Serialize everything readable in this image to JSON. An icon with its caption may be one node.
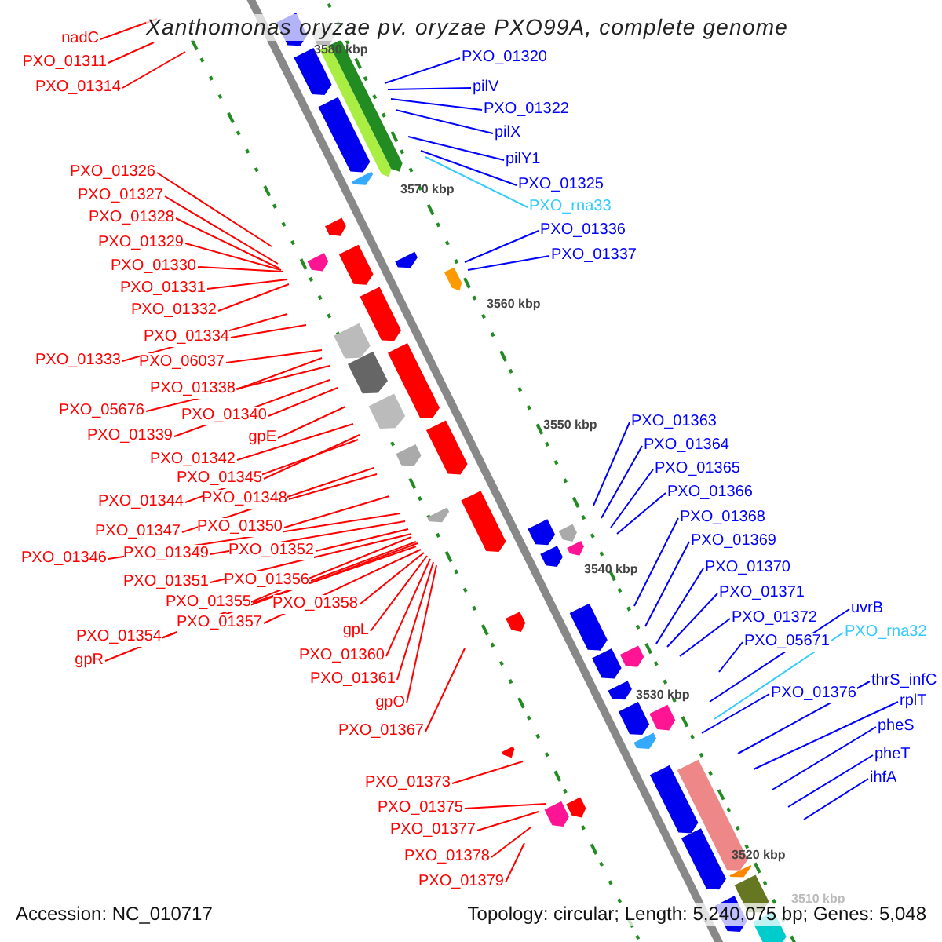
{
  "diagram": {
    "title": "Xanthomonas oryzae pv. oryzae PXO99A, complete genome",
    "nodes": [
      {
        "text": [
          "nadC"
        ]
      },
      {
        "text": [
          "PXO_01311"
        ]
      },
      {
        "text": [
          "PXO_01314"
        ]
      },
      {
        "text": [
          "PXO_01326"
        ]
      },
      {
        "text": [
          "PXO_01327"
        ]
      },
      {
        "text": [
          "PXO_01328"
        ]
      },
      {
        "text": [
          "PXO_01329"
        ]
      },
      {
        "text": [
          "PXO_01330"
        ]
      },
      {
        "text": [
          "PXO_01331"
        ]
      },
      {
        "text": [
          "PXO_01332"
        ]
      },
      {
        "text": [
          "PXO_01334"
        ]
      },
      {
        "text": [
          "PXO_01333"
        ]
      },
      {
        "text": [
          "PXO_06037"
        ]
      },
      {
        "text": [
          "PXO_01338"
        ]
      },
      {
        "text": [
          "PXO_05676"
        ]
      },
      {
        "text": [
          "PXO_01340"
        ]
      },
      {
        "text": [
          "PXO_01339"
        ]
      },
      {
        "text": [
          "gpE"
        ]
      },
      {
        "text": [
          "PXO_01342"
        ]
      },
      {
        "text": [
          "PXO_01345"
        ]
      },
      {
        "text": [
          "PXO_01344"
        ]
      },
      {
        "text": [
          "PXO_01348"
        ]
      },
      {
        "text": [
          "PXO_01347"
        ]
      },
      {
        "text": [
          "PXO_01350"
        ]
      },
      {
        "text": [
          "PXO_01346"
        ]
      },
      {
        "text": [
          "PXO_01349"
        ]
      },
      {
        "text": [
          "PXO_01352"
        ]
      },
      {
        "text": [
          "PXO_01351"
        ]
      },
      {
        "text": [
          "PXO_01356"
        ]
      },
      {
        "text": [
          "PXO_01355"
        ]
      },
      {
        "text": [
          "PXO_01358"
        ]
      },
      {
        "text": [
          "PXO_01357"
        ]
      },
      {
        "text": [
          "PXO_01354"
        ]
      },
      {
        "text": [
          "gpR"
        ]
      },
      {
        "text": [
          "gpL"
        ]
      },
      {
        "text": [
          "PXO_01360"
        ]
      },
      {
        "text": [
          "PXO_01361"
        ]
      },
      {
        "text": [
          "gpO"
        ]
      },
      {
        "text": [
          "PXO_01367"
        ]
      },
      {
        "text": [
          "PXO_01373"
        ]
      },
      {
        "text": [
          "PXO_01375"
        ]
      },
      {
        "text": [
          "PXO_01377"
        ]
      },
      {
        "text": [
          "PXO_01378"
        ]
      },
      {
        "text": [
          "PXO_01379"
        ]
      },
      {
        "text": [
          "PXO_01320"
        ]
      },
      {
        "text": [
          "pilV"
        ]
      },
      {
        "text": [
          "PXO_01322"
        ]
      },
      {
        "text": [
          "pilX"
        ]
      },
      {
        "text": [
          "pilY1"
        ]
      },
      {
        "text": [
          "PXO_01325"
        ]
      },
      {
        "text": [
          "PXO_rna33"
        ]
      },
      {
        "text": [
          "PXO_01336"
        ]
      },
      {
        "text": [
          "PXO_01337"
        ]
      },
      {
        "text": [
          "PXO_01363"
        ]
      },
      {
        "text": [
          "PXO_01364"
        ]
      },
      {
        "text": [
          "PXO_01365"
        ]
      },
      {
        "text": [
          "PXO_01366"
        ]
      },
      {
        "text": [
          "PXO_01368"
        ]
      },
      {
        "text": [
          "PXO_01369"
        ]
      },
      {
        "text": [
          "PXO_01370"
        ]
      },
      {
        "text": [
          "PXO_01371"
        ]
      },
      {
        "text": [
          "PXO_01372"
        ]
      },
      {
        "text": [
          "uvrB"
        ]
      },
      {
        "text": [
          "PXO_05671"
        ]
      },
      {
        "text": [
          "PXO_rna32"
        ]
      },
      {
        "text": [
          "PXO_01376"
        ]
      },
      {
        "text": [
          "thrS_infC"
        ]
      },
      {
        "text": [
          "rplT"
        ]
      },
      {
        "text": [
          "pheS"
        ]
      },
      {
        "text": [
          "pheT"
        ]
      },
      {
        "text": [
          "ihfA"
        ]
      }
    ],
    "edges": [
      {
        "from": 0,
        "to": null,
        "arrow": "none"
      },
      {
        "from": 1,
        "to": null,
        "arrow": "none"
      },
      {
        "from": 2,
        "to": null,
        "arrow": "none"
      },
      {
        "from": 3,
        "to": null,
        "arrow": "none"
      },
      {
        "from": 4,
        "to": null,
        "arrow": "none"
      },
      {
        "from": 5,
        "to": null,
        "arrow": "none"
      },
      {
        "from": 6,
        "to": null,
        "arrow": "none"
      },
      {
        "from": 7,
        "to": null,
        "arrow": "none"
      },
      {
        "from": 8,
        "to": null,
        "arrow": "none"
      },
      {
        "from": 9,
        "to": null,
        "arrow": "none"
      },
      {
        "from": 10,
        "to": null,
        "arrow": "none"
      },
      {
        "from": 11,
        "to": null,
        "arrow": "none"
      },
      {
        "from": 12,
        "to": null,
        "arrow": "none"
      },
      {
        "from": 13,
        "to": null,
        "arrow": "none"
      },
      {
        "from": 14,
        "to": null,
        "arrow": "none"
      },
      {
        "from": 15,
        "to": null,
        "arrow": "none"
      },
      {
        "from": 16,
        "to": null,
        "arrow": "none"
      },
      {
        "from": 17,
        "to": null,
        "arrow": "none"
      },
      {
        "from": 18,
        "to": null,
        "arrow": "none"
      },
      {
        "from": 19,
        "to": null,
        "arrow": "none"
      },
      {
        "from": 20,
        "to": null,
        "arrow": "none"
      },
      {
        "from": 21,
        "to": null,
        "arrow": "none"
      },
      {
        "from": 22,
        "to": null,
        "arrow": "none"
      },
      {
        "from": 23,
        "to": null,
        "arrow": "none"
      },
      {
        "from": 24,
        "to": null,
        "arrow": "none"
      },
      {
        "from": 25,
        "to": null,
        "arrow": "none"
      },
      {
        "from": 26,
        "to": null,
        "arrow": "none"
      },
      {
        "from": 27,
        "to": null,
        "arrow": "none"
      },
      {
        "from": 28,
        "to": null,
        "arrow": "none"
      },
      {
        "from": 29,
        "to": null,
        "arrow": "none"
      },
      {
        "from": 30,
        "to": null,
        "arrow": "none"
      },
      {
        "from": 31,
        "to": null,
        "arrow": "none"
      },
      {
        "from": 32,
        "to": null,
        "arrow": "none"
      },
      {
        "from": 33,
        "to": null,
        "arrow": "none"
      },
      {
        "from": 34,
        "to": null,
        "arrow": "none"
      },
      {
        "from": 35,
        "to": null,
        "arrow": "none"
      },
      {
        "from": 36,
        "to": null,
        "arrow": "none"
      },
      {
        "from": 37,
        "to": null,
        "arrow": "none"
      },
      {
        "from": 38,
        "to": null,
        "arrow": "none"
      },
      {
        "from": 39,
        "to": null,
        "arrow": "none"
      },
      {
        "from": 40,
        "to": null,
        "arrow": "none"
      },
      {
        "from": 41,
        "to": null,
        "arrow": "none"
      },
      {
        "from": 42,
        "to": null,
        "arrow": "none"
      },
      {
        "from": 43,
        "to": null,
        "arrow": "none"
      },
      {
        "from": 44,
        "to": null,
        "arrow": "none",
        "color": "#0000ff"
      },
      {
        "from": 45,
        "to": null,
        "arrow": "none",
        "color": "#0000ff"
      },
      {
        "from": 46,
        "to": null,
        "arrow": "none",
        "color": "#0000ff"
      },
      {
        "from": 47,
        "to": null,
        "arrow": "none",
        "color": "#0000ff"
      },
      {
        "from": 48,
        "to": null,
        "arrow": "none",
        "color": "#0000ff"
      },
      {
        "from": 49,
        "to": null,
        "arrow": "none",
        "color": "#0000ff"
      },
      {
        "from": 50,
        "to": null,
        "arrow": "none",
        "color": "#33ccff"
      },
      {
        "from": 51,
        "to": null,
        "arrow": "none",
        "color": "#0000ff"
      },
      {
        "from": 52,
        "to": null,
        "arrow": "none",
        "color": "#0000ff"
      },
      {
        "from": 53,
        "to": null,
        "arrow": "none",
        "color": "#0000ff"
      },
      {
        "from": 54,
        "to": null,
        "arrow": "none",
        "color": "#0000ff"
      },
      {
        "from": 55,
        "to": null,
        "arrow": "none",
        "color": "#0000ff"
      },
      {
        "from": 56,
        "to": null,
        "arrow": "none",
        "color": "#0000ff"
      },
      {
        "from": 57,
        "to": null,
        "arrow": "none",
        "color": "#0000ff"
      },
      {
        "from": 58,
        "to": null,
        "arrow": "none",
        "color": "#0000ff"
      },
      {
        "from": 59,
        "to": null,
        "arrow": "none",
        "color": "#0000ff"
      },
      {
        "from": 60,
        "to": null,
        "arrow": "none",
        "color": "#0000ff"
      },
      {
        "from": 61,
        "to": null,
        "arrow": "none",
        "color": "#0000ff"
      },
      {
        "from": 62,
        "to": null,
        "arrow": "none",
        "color": "#0000ff"
      },
      {
        "from": 63,
        "to": null,
        "arrow": "none",
        "color": "#0000ff"
      },
      {
        "from": 64,
        "to": null,
        "arrow": "none",
        "color": "#33ccff"
      },
      {
        "from": 65,
        "to": null,
        "arrow": "none",
        "color": "#0000ff"
      },
      {
        "from": 66,
        "to": null,
        "arrow": "none",
        "color": "#0000ff"
      },
      {
        "from": 67,
        "to": null,
        "arrow": "none",
        "color": "#0000ff"
      },
      {
        "from": 68,
        "to": null,
        "arrow": "none",
        "color": "#0000ff"
      },
      {
        "from": 69,
        "to": null,
        "arrow": "none",
        "color": "#0000ff"
      },
      {
        "from": 70,
        "to": null,
        "arrow": "none",
        "color": "#0000ff"
      }
    ],
    "labels": [
      "3580 kbp",
      "3570 kbp",
      "3560 kbp",
      "3550 kbp",
      "3540 kbp",
      "3530 kbp",
      "3520 kbp",
      "3510 kbp",
      "Accession: NC_010717",
      "Topology: circular; Length: 5,240,075 bp; Genes: 5,048"
    ]
  }
}
